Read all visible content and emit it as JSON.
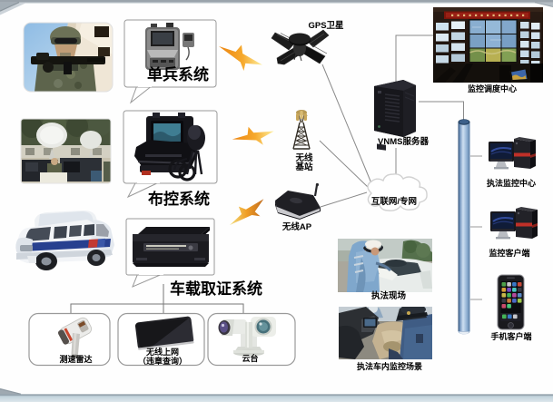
{
  "diagram": {
    "systems": {
      "soldier": "单兵系统",
      "deploy": "布控系统",
      "vehicle": "车载取证系统"
    },
    "wireless": {
      "satellite": "GPS卫星",
      "base_station_line1": "无线",
      "base_station_line2": "基站",
      "access_point": "无线AP"
    },
    "network": {
      "cloud": "互联网/专网",
      "server": "VNMS服务器"
    },
    "center": {
      "dispatch": "监控调度中心"
    },
    "clients": {
      "enforcement_center": "执法监控中心",
      "monitor_client": "监控客户端",
      "phone_client": "手机客户端"
    },
    "vehicle_devices": {
      "radar": "测速雷达",
      "wireless_net_line1": "无线上网",
      "wireless_net_line2": "（违章查询）",
      "ptz": "云台"
    },
    "scenes": {
      "onsite": "执法现场",
      "incar": "执法车内监控场景"
    },
    "colors": {
      "bolt_orange": "#ee8512",
      "bolt_yellow": "#fef3a6",
      "rod_blue": "#9db9d9",
      "line_grey": "#8a8a8a",
      "deco_grey": "#9aa3ab",
      "footer_blue": "#c9d8e0"
    },
    "icons": [
      "soldier-photo",
      "body-camera-icon",
      "mic-accessory-icon",
      "surveillance-vehicles-photo",
      "portable-control-case-icon",
      "police-van-photo",
      "vehicle-dvr-icon",
      "speed-radar-icon",
      "tablet-icon",
      "ptz-camera-icon",
      "lightning-bolt-icon",
      "gps-satellite-icon",
      "base-station-tower-icon",
      "wireless-ap-icon",
      "internet-cloud",
      "vnms-server-icon",
      "dispatch-center-photo",
      "network-backbone-rod",
      "enforcement-center-pc-icon",
      "monitor-client-pc-icon",
      "smartphone-icon",
      "onsite-enforcement-photo",
      "incar-monitoring-photo"
    ]
  }
}
